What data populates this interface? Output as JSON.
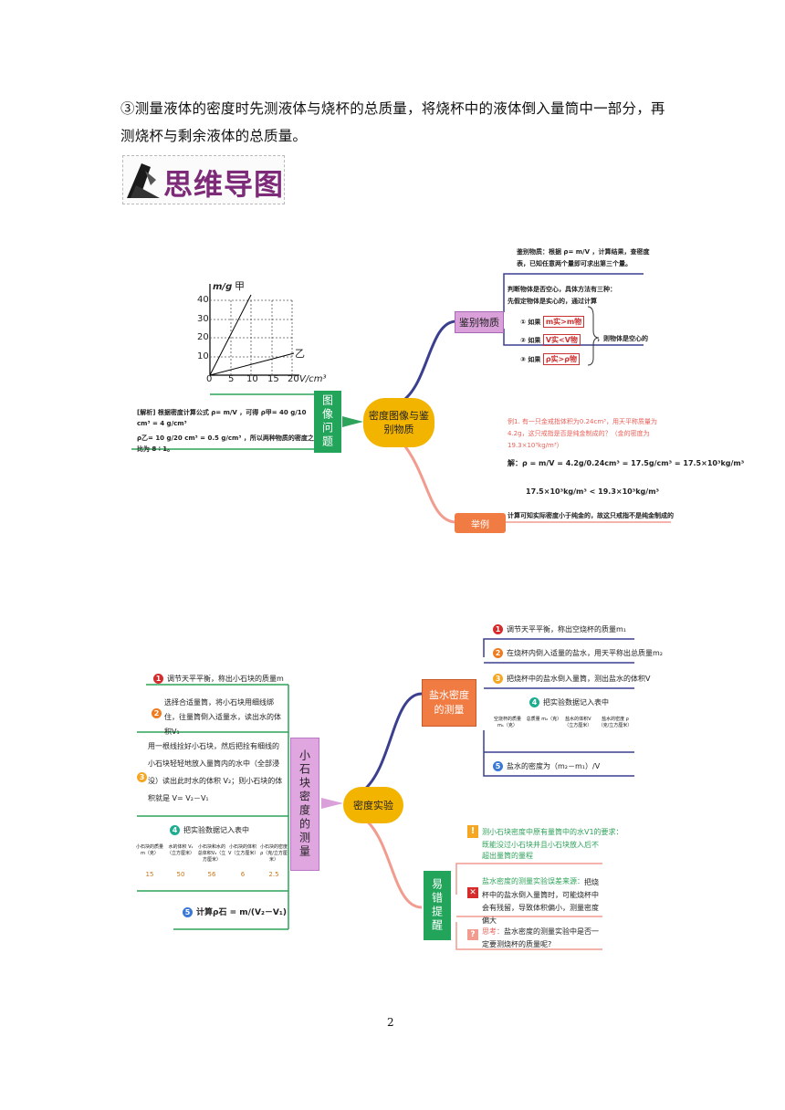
{
  "intro_text": "③测量液体的密度时先测液体与烧杯的总质量，将烧杯中的液体倒入量筒中一部分，再测烧杯与剩余液体的总质量。",
  "banner_title": "思维导图",
  "page_number": "2",
  "colors": {
    "central": "#f3b400",
    "purple_node": "#c98ad6",
    "green_node": "#22a55b",
    "orange_node": "#f07b43",
    "pink_node": "#d9a0d9",
    "navy_line": "#3b3f8f",
    "salmon_line": "#f29b8f",
    "green_line": "#2ea35a"
  },
  "map1": {
    "center": "密度图像与鉴别物质",
    "left_node": "图像问题",
    "graph": {
      "y_label": "m/g",
      "x_label": "V/cm³",
      "y_ticks": [
        "40",
        "30",
        "20",
        "10",
        "0"
      ],
      "x_ticks": [
        "5",
        "10",
        "15",
        "20"
      ],
      "line_a": "甲",
      "line_b": "乙"
    },
    "analysis_1": "[解析] 根据密度计算公式 ρ= m/V ，可得 ρ甲= 40 g/10 cm³ = 4 g/cm³",
    "analysis_2": "ρ乙= 10 g/20 cm³ = 0.5 g/cm³ ，所以两种物质的密度之比为 8 ∶ 1。",
    "node_identify": "鉴别物质",
    "identify_top": "鉴别物质：根据 ρ= m/V ，计算结果，查密度表，已知任意两个量即可求出第三个量。",
    "hollow_title": "判断物体是否空心，具体方法有三种：",
    "hollow_sub": "先假定物体是实心的，通过计算",
    "cond1": "① 如果",
    "cond1_tag": "m实>m物",
    "cond2": "② 如果",
    "cond2_tag": "V实<V物",
    "cond3": "③ 如果",
    "cond3_tag": "ρ实>ρ物",
    "cond_result": "，则物体是空心的",
    "node_example": "举例",
    "example_q": "例1. 有一只金戒指体积为0.24cm³，用天平称质量为4.2g，这只戒指是否是纯金制成的？（金的密度为19.3×10³kg/m³）",
    "example_solve": "解：ρ = m/V = 4.2g/0.24cm³ = 17.5g/cm³ = 17.5×10³kg/m³",
    "example_compare": "17.5×10³kg/m³ < 19.3×10³kg/m³",
    "example_conclusion": "计算可知实际密度小于纯金的，故这只戒指不是纯金制成的"
  },
  "map2": {
    "center": "密度实验",
    "left_node": "小石块密度的测量",
    "stone_step1": "调节天平平衡，称出小石块的质量m",
    "stone_step2": "选择合适量筒，将小石块用细线绑住，往量筒倒入适量水，读出水的体积V₁",
    "stone_step3": "用一根线拴好小石块，然后把拴有细线的小石块轻轻地放入量筒内的水中（全部浸没）读出此时水的体积 V₂；则小石块的体积就是 V= V₂－V₁",
    "stone_step4": "把实验数据记入表中",
    "stone_table_headers": [
      "小石块的质量 m（克）",
      "水的体积 V₁（立方厘米）",
      "小石块和水的总体积V₂（立方厘米）",
      "小石块的体积 V（立方厘米）",
      "小石块的密度 ρ（克/立方厘米）"
    ],
    "stone_table_values": [
      "15",
      "50",
      "56",
      "6",
      "2.5"
    ],
    "stone_step5": "计算ρ石 = m/(V₂－V₁)",
    "salt_node": "盐水密度的测量",
    "salt_step1": "调节天平平衡，称出空烧杯的质量m₁",
    "salt_step2": "在烧杯内倒入适量的盐水，用天平称出总质量m₂",
    "salt_step3": "把烧杯中的盐水倒入量筒，测出盐水的体积V",
    "salt_step4": "把实验数据记入表中",
    "salt_table_headers": [
      "空烧杯的质量 m₁（克）",
      "总质量 m₂（克）",
      "盐水的体积V（立方厘米）",
      "盐水的密度 ρ（克/立方厘米）"
    ],
    "salt_step5": "盐水的密度为（m₂－m₁）/V",
    "error_node": "易错提醒",
    "err1_title": "测小石块密度中原有量筒中的水V1的要求：",
    "err1_body": "既能没过小石块并且小石块放入后不超出量筒的量程",
    "err2_title": "盐水密度的测量实验误差来源：",
    "err2_body": "把烧杯中的盐水倒入量筒时，可能烧杯中会有残留，导致体积偏小，测量密度偏大",
    "err3_title": "思考：",
    "err3_body": "盐水密度的测量实验中是否一定要测烧杯的质量呢?"
  }
}
